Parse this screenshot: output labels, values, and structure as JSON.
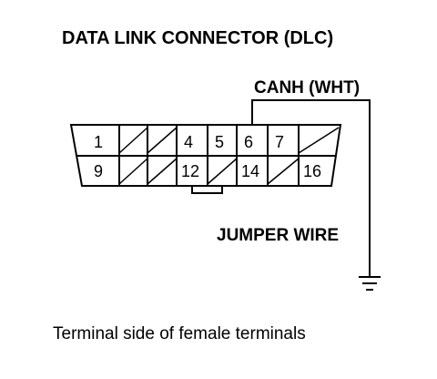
{
  "title": "DATA LINK CONNECTOR (DLC)",
  "wire_label": "CANH (WHT)",
  "jumper_label": "JUMPER WIRE",
  "caption": "Terminal side of female terminals",
  "pins": {
    "p1": "1",
    "p4": "4",
    "p5": "5",
    "p6": "6",
    "p7": "7",
    "p9": "9",
    "p12": "12",
    "p14": "14",
    "p16": "16"
  },
  "icons": {
    "ground": "ground-icon"
  }
}
